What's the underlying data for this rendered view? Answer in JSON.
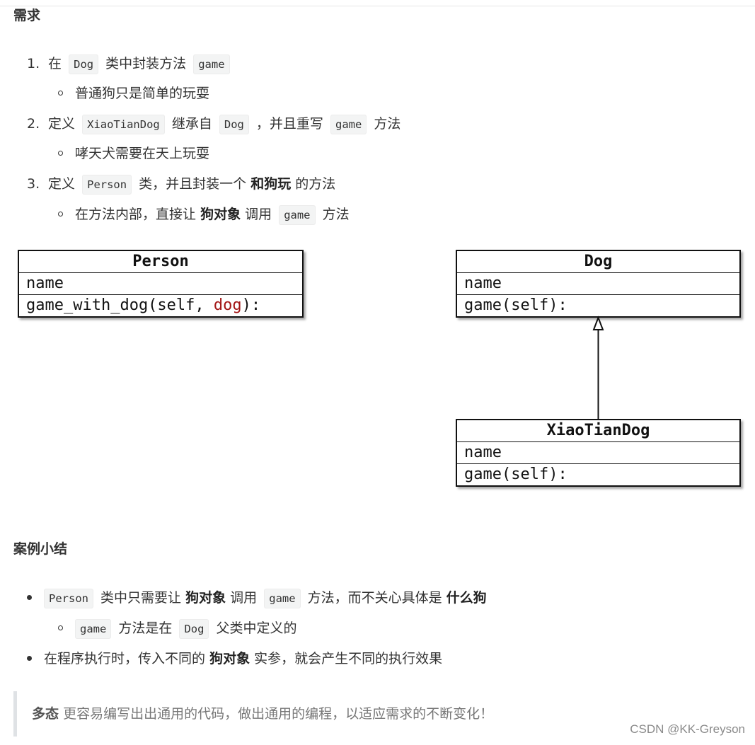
{
  "section1": {
    "heading": "需求",
    "items": [
      {
        "num": "1.",
        "t1": "在",
        "c1": "Dog",
        "t2": "类中封装方法",
        "c2": "game",
        "sub": "普通狗只是简单的玩耍"
      },
      {
        "num": "2.",
        "t1": "定义",
        "c1": "XiaoTianDog",
        "t2": "继承自",
        "c2": "Dog",
        "t3": "，并且重写",
        "c3": "game",
        "t4": "方法",
        "sub": "哮天犬需要在天上玩耍"
      },
      {
        "num": "3.",
        "t1": "定义",
        "c1": "Person",
        "t2": "类，并且封装一个",
        "b1": "和狗玩",
        "t3": "的方法",
        "sub": {
          "t1": "在方法内部，直接让",
          "b1": "狗对象",
          "t2": "调用",
          "c1": "game",
          "t3": "方法"
        }
      }
    ]
  },
  "diagram": {
    "person": {
      "title": "Person",
      "attr": "name",
      "method_prefix": "game_with_dog(self, ",
      "method_param": "dog",
      "method_suffix": "):"
    },
    "dog": {
      "title": "Dog",
      "attr": "name",
      "method": "game(self):"
    },
    "xiaotiandog": {
      "title": "XiaoTianDog",
      "attr": "name",
      "method": "game(self):"
    }
  },
  "section2": {
    "heading": "案例小结",
    "bullet1": {
      "c1": "Person",
      "t1": "类中只需要让",
      "b1": "狗对象",
      "t2": "调用",
      "c2": "game",
      "t3": "方法，而不关心具体是",
      "b2": "什么狗"
    },
    "bullet1_sub": {
      "c1": "game",
      "t1": "方法是在",
      "c2": "Dog",
      "t2": "父类中定义的"
    },
    "bullet2": {
      "t1": "在程序执行时，传入不同的",
      "b1": "狗对象",
      "t2": "实参，就会产生不同的执行效果"
    }
  },
  "quote": {
    "b1": "多态",
    "t1": "更容易编写出出通用的代码，做出通用的编程，以适应需求的不断变化！"
  },
  "watermark": "CSDN @KK-Greyson",
  "colors": {
    "code_bg": "#f3f4f4",
    "param": "#a31515",
    "quote_border": "#dfe2e5"
  }
}
